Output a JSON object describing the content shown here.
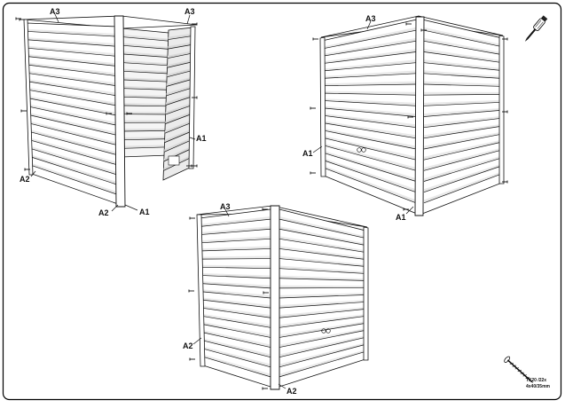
{
  "labels": {
    "a1": "A1",
    "a2": "A2",
    "a3": "A3"
  },
  "screw_note": {
    "line1": "TX20 /22x",
    "line2": "4x40/35mm"
  },
  "colors": {
    "stroke": "#111111",
    "panel": "#ffffff",
    "shade": "#eeeeee",
    "frame": "#000000"
  },
  "icons": {
    "screwdriver": "screwdriver-icon",
    "screw": "screw-icon"
  }
}
